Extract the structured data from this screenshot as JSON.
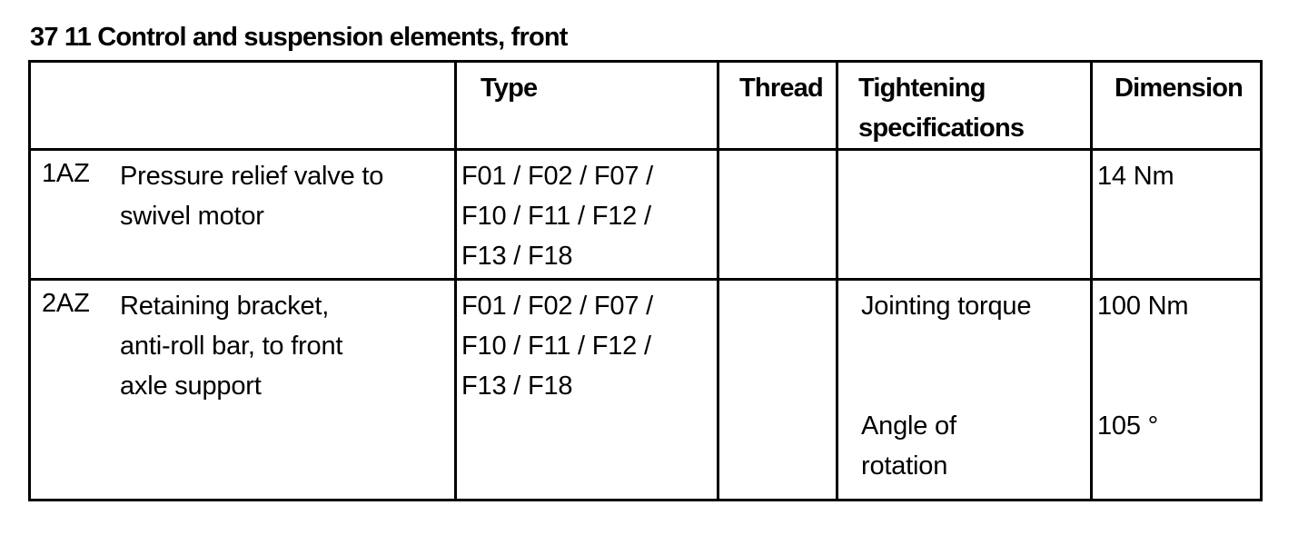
{
  "document": {
    "title": "37 11 Control and suspension elements, front"
  },
  "table": {
    "headers": {
      "description": "",
      "type": "Type",
      "thread": "Thread",
      "tightening_line1": "Tightening",
      "tightening_line2": "specifications",
      "dimension": "Dimension"
    },
    "rows": [
      {
        "code": "1AZ",
        "description_line1": "Pressure relief valve to",
        "description_line2": "swivel motor",
        "type_line1": "F01 / F02 / F07 /",
        "type_line2": "F10 / F11 / F12 /",
        "type_line3": "F13 / F18",
        "thread": "",
        "specs": [
          {
            "label": "",
            "value": "14 Nm"
          }
        ]
      },
      {
        "code": "2AZ",
        "description_line1": "Retaining bracket,",
        "description_line2": "anti-roll bar, to front",
        "description_line3": "axle support",
        "type_line1": "F01 / F02 / F07 /",
        "type_line2": "F10 / F11 / F12 /",
        "type_line3": "F13 / F18",
        "thread": "",
        "specs": [
          {
            "label": "Jointing torque",
            "value": "100 Nm"
          },
          {
            "label_line1": "Angle of",
            "label_line2": "rotation",
            "value": "105 °"
          }
        ]
      }
    ]
  }
}
